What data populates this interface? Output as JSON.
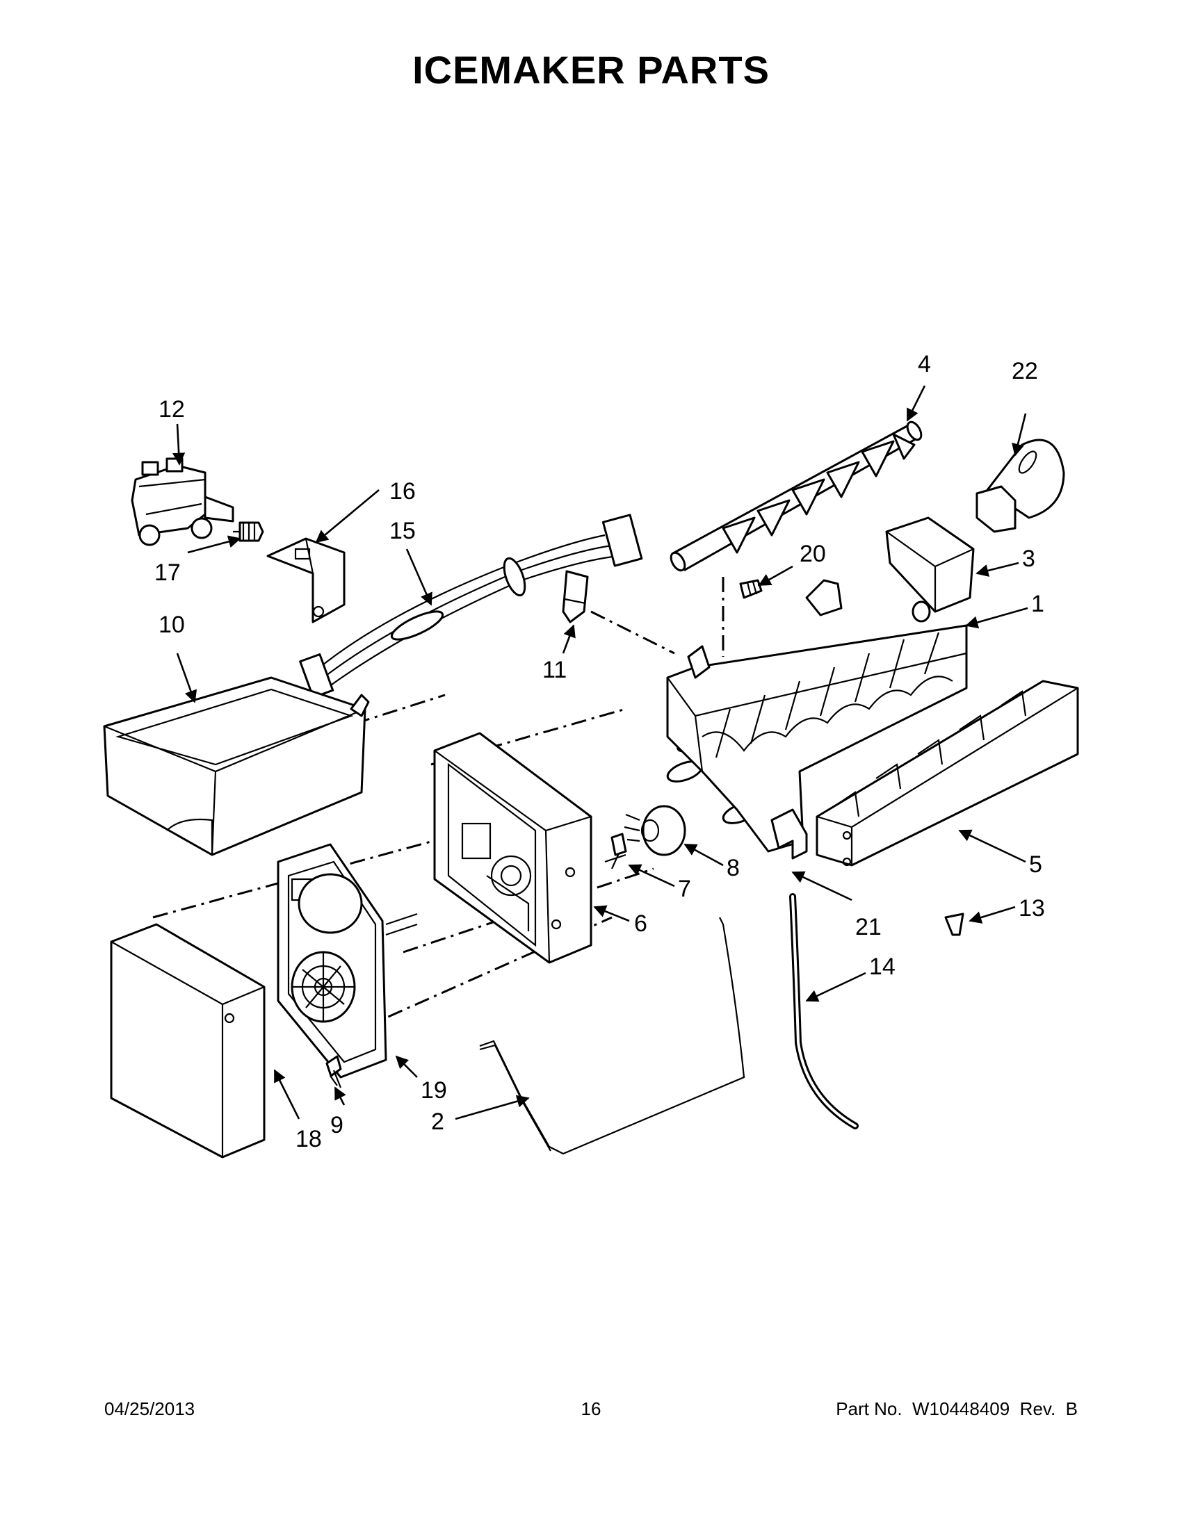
{
  "title": "ICEMAKER PARTS",
  "callouts": [
    {
      "id": "c1",
      "label": "1"
    },
    {
      "id": "c2",
      "label": "2"
    },
    {
      "id": "c3",
      "label": "3"
    },
    {
      "id": "c4",
      "label": "4"
    },
    {
      "id": "c5",
      "label": "5"
    },
    {
      "id": "c6",
      "label": "6"
    },
    {
      "id": "c7",
      "label": "7"
    },
    {
      "id": "c8",
      "label": "8"
    },
    {
      "id": "c9",
      "label": "9"
    },
    {
      "id": "c10",
      "label": "10"
    },
    {
      "id": "c11",
      "label": "11"
    },
    {
      "id": "c12",
      "label": "12"
    },
    {
      "id": "c13",
      "label": "13"
    },
    {
      "id": "c14",
      "label": "14"
    },
    {
      "id": "c15",
      "label": "15"
    },
    {
      "id": "c16",
      "label": "16"
    },
    {
      "id": "c17",
      "label": "17"
    },
    {
      "id": "c18",
      "label": "18"
    },
    {
      "id": "c19",
      "label": "19"
    },
    {
      "id": "c20",
      "label": "20"
    },
    {
      "id": "c21",
      "label": "21"
    },
    {
      "id": "c22",
      "label": "22"
    }
  ],
  "footer": {
    "date": "04/25/2013",
    "page": "16",
    "part_number": "Part No.  W10448409  Rev.  B"
  }
}
